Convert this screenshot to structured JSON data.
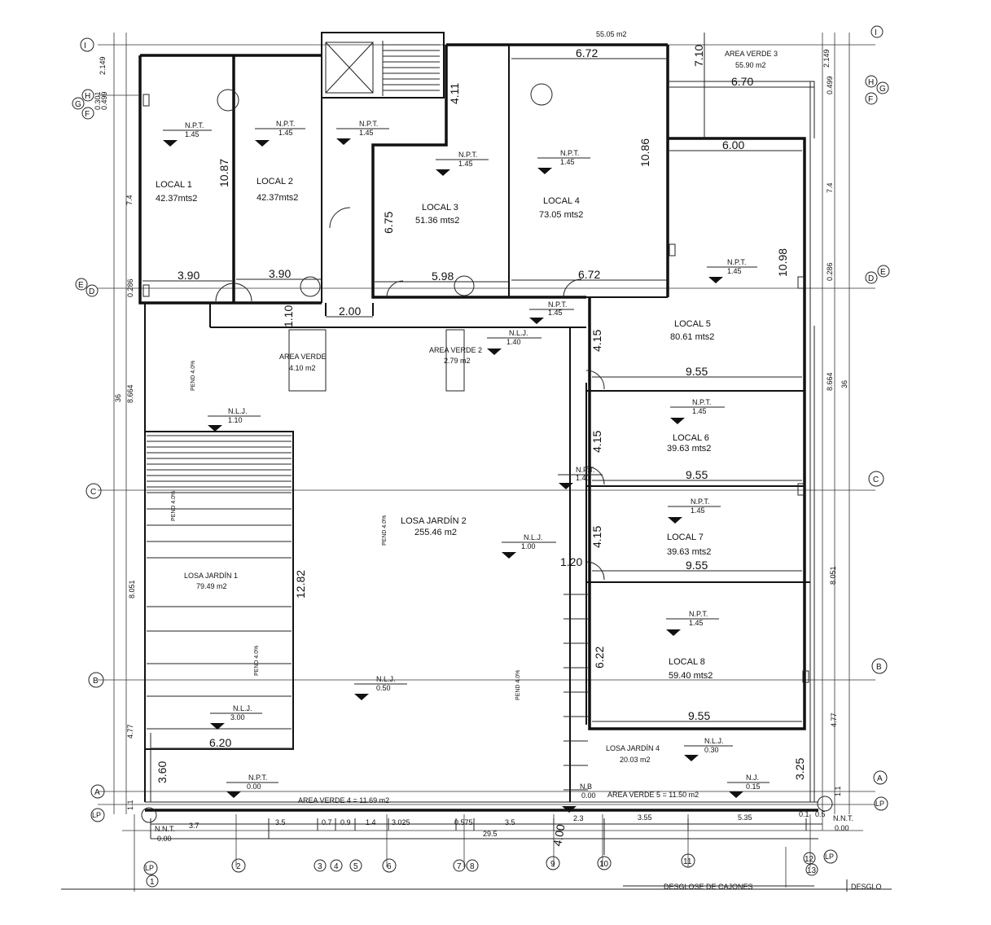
{
  "rooms": [
    {
      "name": "LOCAL 1",
      "area": "42.37mts2"
    },
    {
      "name": "LOCAL 2",
      "area": "42.37mts2"
    },
    {
      "name": "LOCAL 3",
      "area": "51.36 mts2"
    },
    {
      "name": "LOCAL 4",
      "area": "73.05 mts2"
    },
    {
      "name": "LOCAL 5",
      "area": "80.61 mts2"
    },
    {
      "name": "LOCAL 6",
      "area": "39.63 mts2"
    },
    {
      "name": "LOCAL 7",
      "area": "39.63 mts2"
    },
    {
      "name": "LOCAL 8",
      "area": "59.40 mts2"
    }
  ],
  "areas": [
    {
      "name": "AREA VERDE 3",
      "area": "55.90 m2"
    },
    {
      "name": "AREA VERDE",
      "area": "4.10 m2"
    },
    {
      "name": "AREA VERDE 2",
      "area": "2.79 m2"
    },
    {
      "name": "LOSA JARDÍN 2",
      "area": "255.46 m2"
    },
    {
      "name": "LOSA JARDÍN 1",
      "area": "79.49 m2"
    },
    {
      "name": "LOSA JARDÍN 4",
      "area": "20.03 m2"
    },
    {
      "label": "AREA VERDE 4 = 11.69 m2"
    },
    {
      "label": "AREA VERDE 5 = 11.50 m2"
    },
    {
      "label": "55.05 m2"
    }
  ],
  "levels": [
    {
      "tag": "N.P.T.",
      "value": "1.45"
    },
    {
      "tag": "N.L.J.",
      "value": "1.40"
    },
    {
      "tag": "N.L.J.",
      "value": "1.10"
    },
    {
      "tag": "N.L.J.",
      "value": "1.00"
    },
    {
      "tag": "N.L.J.",
      "value": "0.50"
    },
    {
      "tag": "N.L.J.",
      "value": "3.00"
    },
    {
      "tag": "N.P.T.",
      "value": "0.00"
    },
    {
      "tag": "N.L.J.",
      "value": "0.30"
    },
    {
      "tag": "N.J.",
      "value": "0.15"
    },
    {
      "tag": "N.B",
      "value": "0.00"
    },
    {
      "tag": "N.N.T.",
      "value": "0.00"
    }
  ],
  "dimensions": {
    "d_390": "3.90",
    "d_598": "5.98",
    "d_672": "6.72",
    "d_670": "6.70",
    "d_600": "6.00",
    "d_955": "9.55",
    "d_200": "2.00",
    "d_110": "1.10",
    "d_120": "1.20",
    "d_620": "6.20",
    "d_360": "3.60",
    "d_1087": "10.87",
    "d_675": "6.75",
    "d_1086": "10.86",
    "d_1098": "10.98",
    "d_411": "4.11",
    "d_710": "7.10",
    "d_415": "4.15",
    "d_1282": "12.82",
    "d_622": "6.22",
    "d_325": "3.25",
    "d_400": "4.00",
    "d_74": "7.4",
    "d_36": "36",
    "d_8664": "8.664",
    "d_8051": "8.051",
    "d_477": "4.77",
    "d_2149": "2.149",
    "d_0301": "0.301",
    "d_0499": "0.499",
    "d_0286": "0.286",
    "d_11": "1.1"
  },
  "bottom_dims": [
    "3.7",
    "3.5",
    "0.7",
    "0.9",
    "1.4",
    "3.025",
    "0.575",
    "3.5",
    "2.3",
    "3.55",
    "5.35",
    "0.1",
    "0.5"
  ],
  "total_dim": "29.5",
  "gridlines_h": [
    "I",
    "H",
    "G",
    "F",
    "E",
    "D",
    "C",
    "B",
    "A",
    "LP"
  ],
  "gridlines_v": [
    "1",
    "2",
    "3",
    "4",
    "5",
    "6",
    "7",
    "8",
    "9",
    "10",
    "11",
    "12",
    "13",
    "LP"
  ],
  "slope_note": "PEND 4.0%",
  "bottom_table": [
    "DESGLOSE DE CAJONES",
    "DESGLO"
  ]
}
